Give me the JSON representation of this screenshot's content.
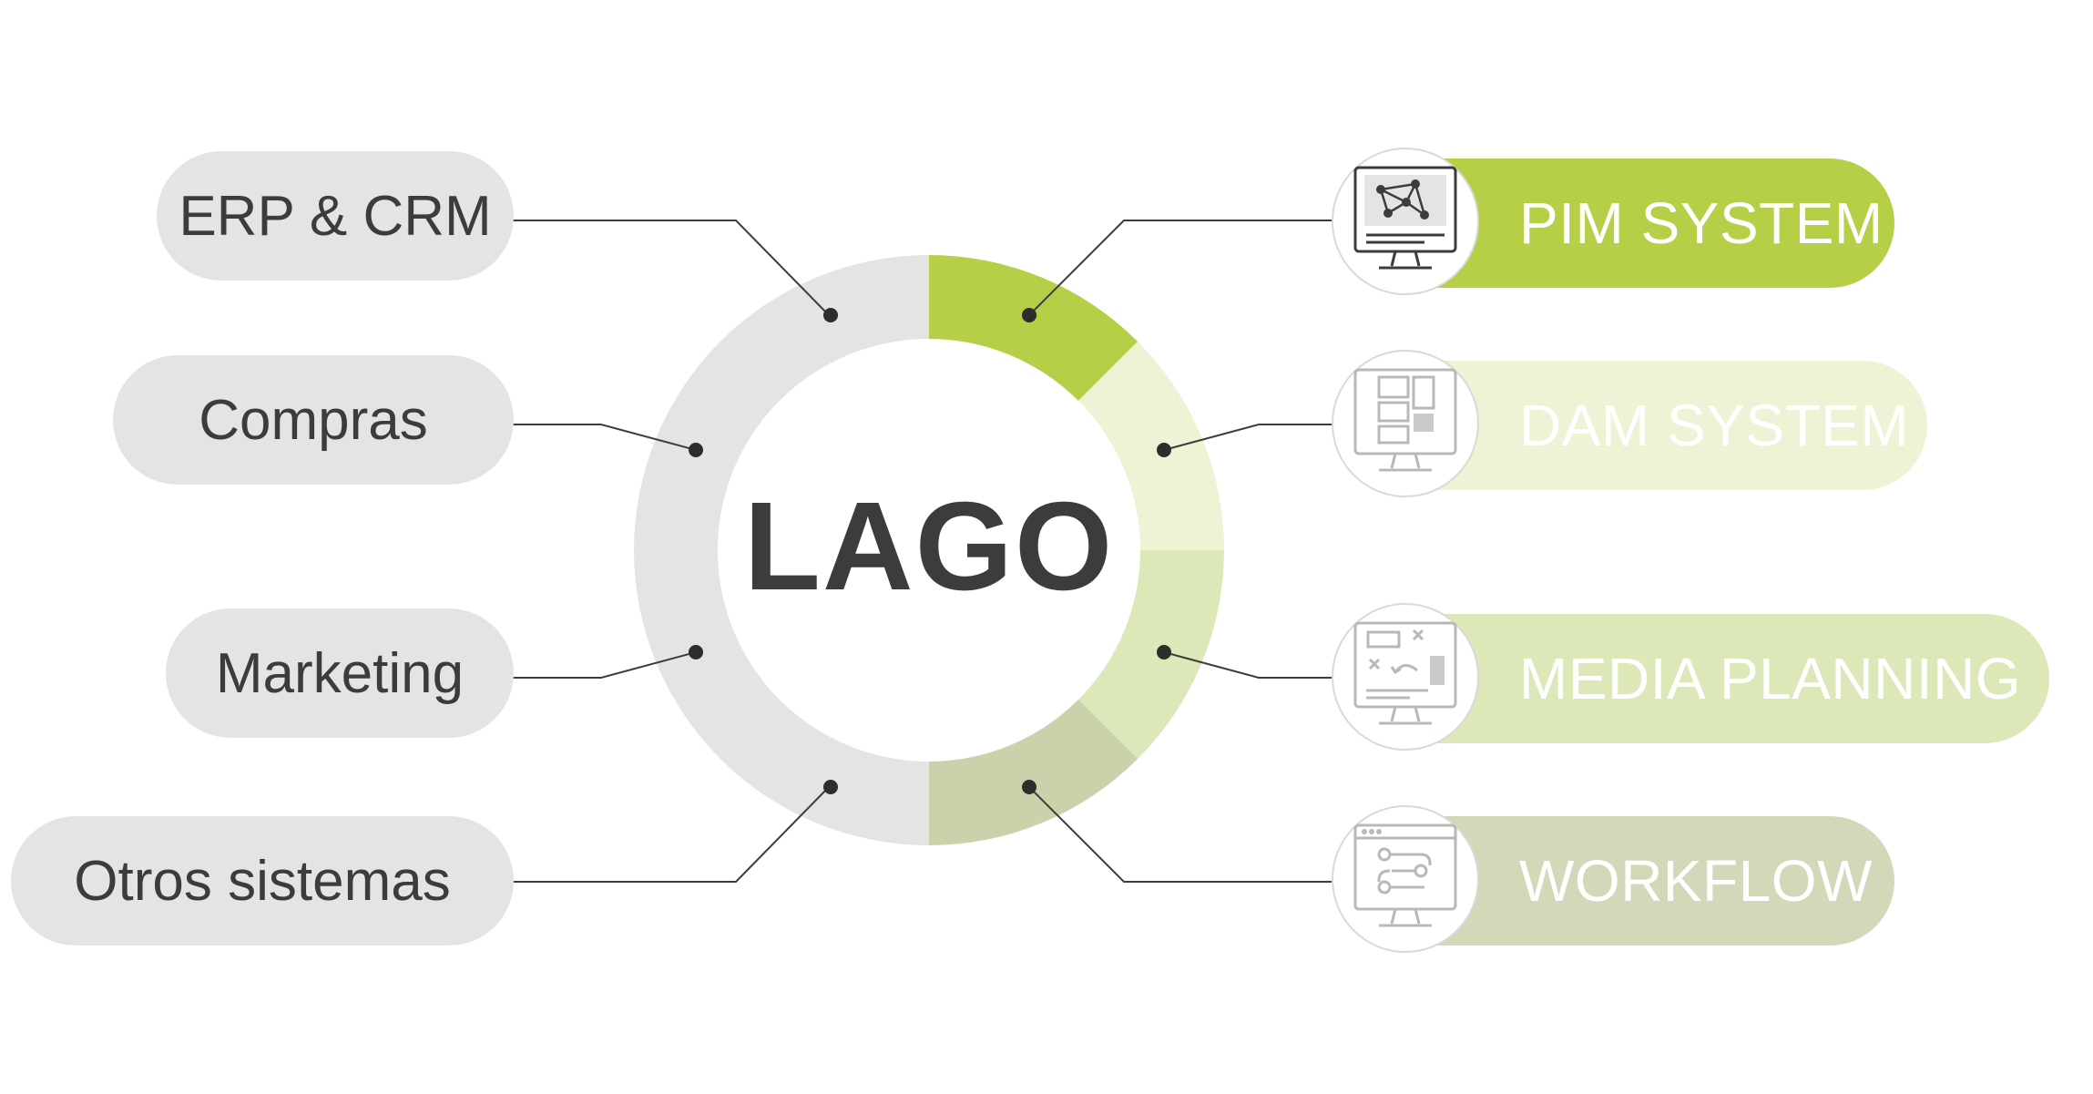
{
  "diagram": {
    "center_label": "LAGO",
    "colors": {
      "ring_base": "#e4e4e3",
      "connector": "#3c3c3b",
      "pim": "#b5cf47",
      "dam": "#eef3d6",
      "media": "#dde8b9",
      "workflow": "#c9d2ab"
    },
    "left_systems": [
      {
        "label": "ERP & CRM"
      },
      {
        "label": "Compras"
      },
      {
        "label": "Marketing"
      },
      {
        "label": "Otros sistemas"
      }
    ],
    "right_systems": [
      {
        "label": "PIM SYSTEM",
        "icon": "network-monitor-icon",
        "color": "#b5cf47"
      },
      {
        "label": "DAM  SYSTEM",
        "icon": "asset-grid-monitor-icon",
        "color": "#eef3d6"
      },
      {
        "label": "MEDIA PLANNING",
        "icon": "media-plan-monitor-icon",
        "color": "#dde8b9"
      },
      {
        "label": "WORKFLOW",
        "icon": "workflow-monitor-icon",
        "color": "#d2d9b8"
      }
    ]
  }
}
